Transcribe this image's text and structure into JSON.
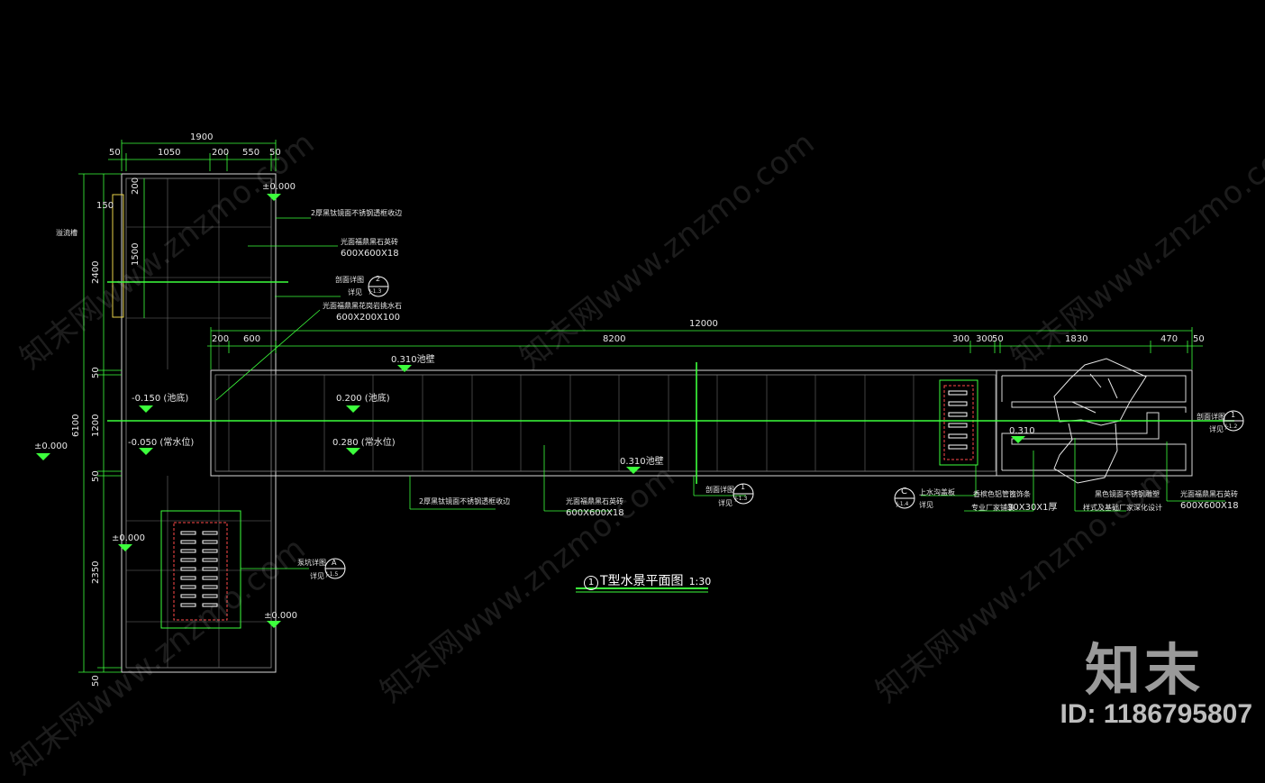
{
  "drawing": {
    "title": "T型水景平面图",
    "title_number": "1",
    "scale": "1:30"
  },
  "dims_top": {
    "total": "1900",
    "d50a": "50",
    "d1050": "1050",
    "d200": "200",
    "d550": "550",
    "d50b": "50"
  },
  "dims_left": {
    "total": "6100",
    "d2400": "2400",
    "d50a": "50",
    "d1200": "1200",
    "d50b": "50",
    "d2350": "2350",
    "d50c": "50",
    "d150": "150",
    "d1500": "1500",
    "d200": "200"
  },
  "dims_horizontal": {
    "total": "12000",
    "d200": "200",
    "d600": "600",
    "d8200": "8200",
    "d300a": "300",
    "d300b": "300",
    "d50a": "50",
    "d1830": "1830",
    "d470": "470",
    "d50b": "50"
  },
  "levels": {
    "l_top": "±0.000",
    "l_left": "±0.000",
    "l_pool_bottom": "-0.150 (池底)",
    "l_water_left": "-0.050 (常水位)",
    "l_pool_wall_top": "0.310池壁",
    "l_pool_bottom2": "0.200 (池底)",
    "l_water2": "0.280 (常水位)",
    "l_pool_wall_bottom": "0.310池壁",
    "l_right": "0.310",
    "l_lower": "±0.000",
    "l_lower2": "±0.000"
  },
  "notes": {
    "n_overflow": "溢流槽",
    "n_steel_top": "2厚黑钛镜面不锈钢透框收边",
    "n_granite_top": "光面福鼎黑石英砖",
    "n_granite_top_size": "600X600X18",
    "n_section2": "剖面详图",
    "n_section2_ref": "详见",
    "n_section2_sheet": "J-1.3",
    "n_section2_no": "2",
    "n_granite_strip": "光面福鼎黑花岗岩挑水石",
    "n_granite_strip_size": "600X200X100",
    "n_steel_bottom": "2厚黑钛镜面不锈钢透框收边",
    "n_granite_bottom": "光面福鼎黑石英砖",
    "n_granite_bottom_size": "600X600X18",
    "n_section1": "剖面详图",
    "n_section1_ref": "详见",
    "n_section1_sheet": "J-1.3",
    "n_section1_no": "1",
    "n_c": "C",
    "n_c_sheet": "J-1.4",
    "n_c_text": "上水沟盖板",
    "n_c_ref": "详见",
    "n_grill": "香槟色铝管篦饰条",
    "n_grill2": "专业厂家铺装",
    "n_grill_size": "30X30X1厚",
    "n_sculpture": "黑色镜面不锈钢雕塑",
    "n_sculpture2": "样式及基础厂家深化设计",
    "n_granite_right": "光面福鼎黑石英砖",
    "n_granite_right_size": "600X600X18",
    "n_section_r": "剖面详图",
    "n_section_r_ref": "详见",
    "n_section_r_no": "1",
    "n_section_r_sheet": "J-1.2",
    "n_pump": "泵坑详图",
    "n_pump_ref": "详见",
    "n_pump_no": "A",
    "n_pump_sheet": "J-1.5"
  },
  "watermark": {
    "text": "知末网www.znzmo.com",
    "brand": "知末",
    "id": "ID: 1186795807"
  }
}
